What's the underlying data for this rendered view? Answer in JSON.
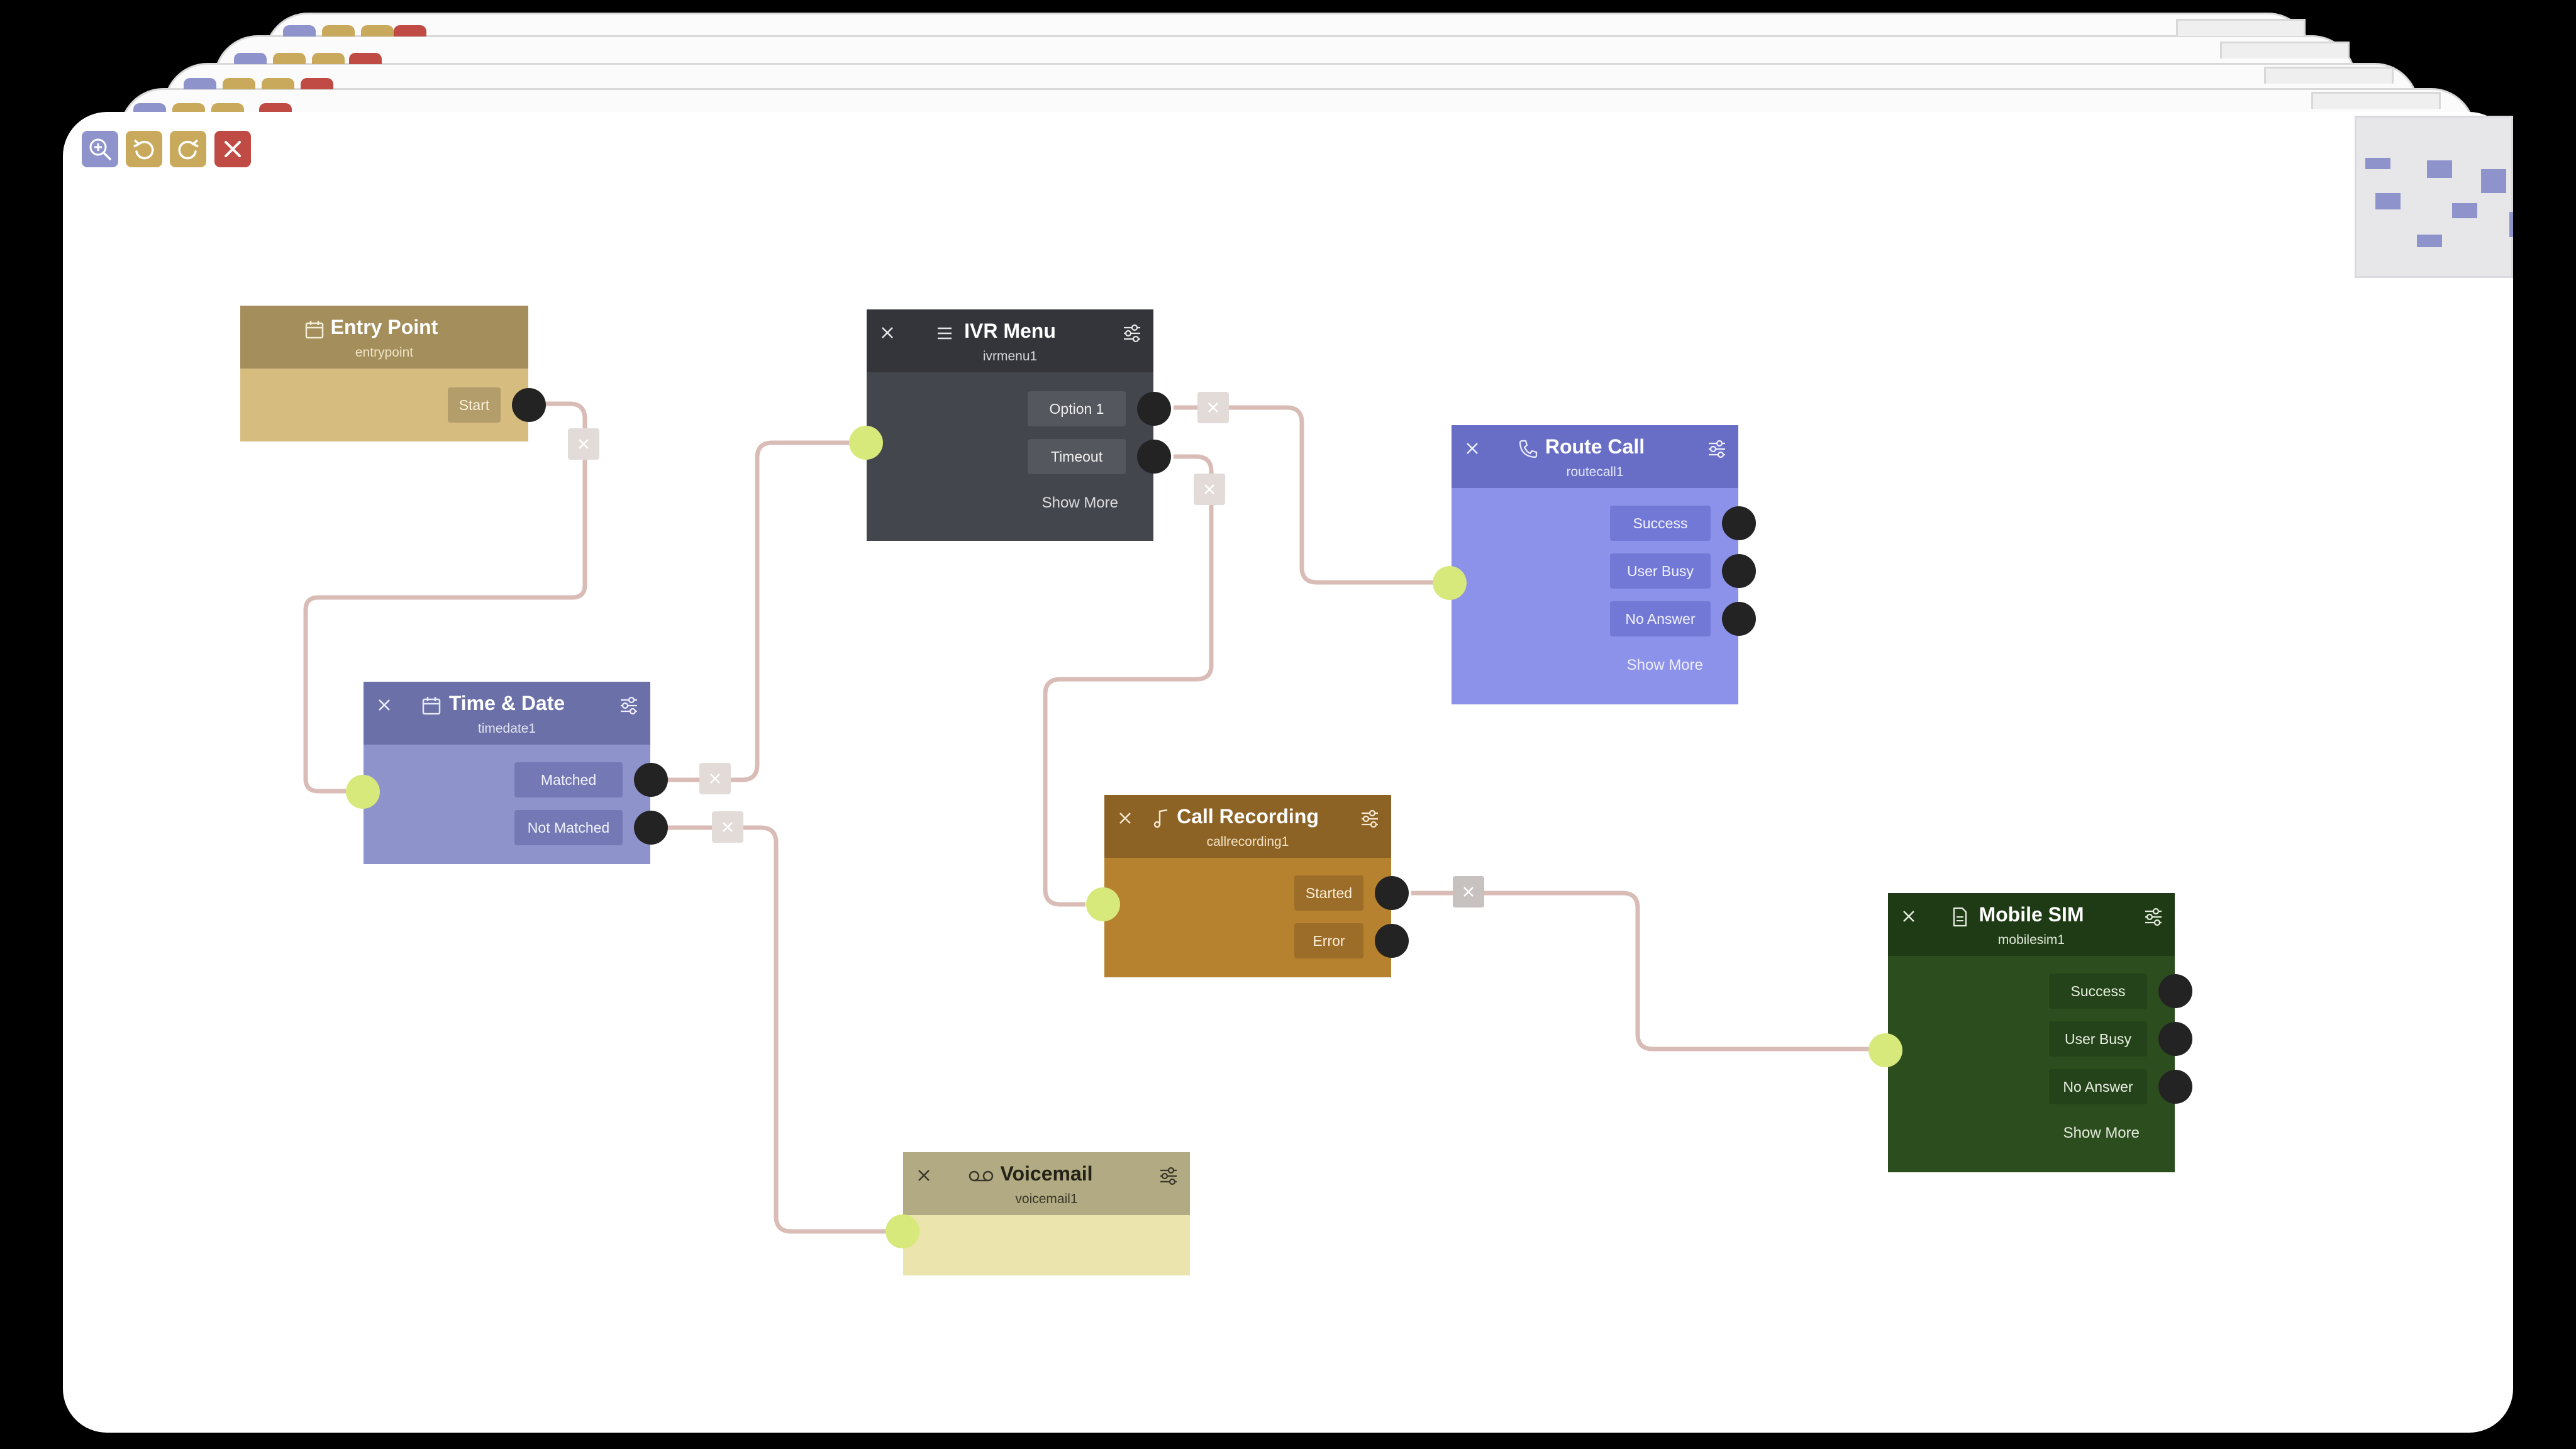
{
  "colors": {
    "canvas": "#ffffff",
    "edge": "#d8bcb5",
    "port": "#232323",
    "input_port": "#d7e97a",
    "zoom": "#8e93cc",
    "undo": "#c9a95b",
    "redo": "#c9a95b",
    "close": "#c04a44"
  },
  "toolbar": {
    "zoom_icon": "zoom-in-icon",
    "undo_icon": "undo-icon",
    "redo_icon": "redo-icon",
    "close_icon": "close-icon"
  },
  "nodes": {
    "entrypoint": {
      "title": "Entry Point",
      "subtitle": "entrypoint",
      "icon": "calendar-icon",
      "outputs": [
        "Start"
      ]
    },
    "ivrmenu": {
      "title": "IVR Menu",
      "subtitle": "ivrmenu1",
      "icon": "menu-icon",
      "outputs": [
        "Option 1",
        "Timeout"
      ],
      "show_more": "Show More"
    },
    "routecall": {
      "title": "Route Call",
      "subtitle": "routecall1",
      "icon": "phone-icon",
      "outputs": [
        "Success",
        "User Busy",
        "No Answer"
      ],
      "show_more": "Show More"
    },
    "timedate": {
      "title": "Time & Date",
      "subtitle": "timedate1",
      "icon": "calendar-icon",
      "outputs": [
        "Matched",
        "Not Matched"
      ]
    },
    "callrecording": {
      "title": "Call Recording",
      "subtitle": "callrecording1",
      "icon": "music-note-icon",
      "outputs": [
        "Started",
        "Error"
      ]
    },
    "mobilesim": {
      "title": "Mobile SIM",
      "subtitle": "mobilesim1",
      "icon": "sim-card-icon",
      "outputs": [
        "Success",
        "User Busy",
        "No Answer"
      ],
      "show_more": "Show More"
    },
    "voicemail": {
      "title": "Voicemail",
      "subtitle": "voicemail1",
      "icon": "voicemail-icon",
      "outputs": []
    }
  },
  "connections": [
    {
      "from": "entrypoint.Start",
      "to": "timedate"
    },
    {
      "from": "timedate.Matched",
      "to": "ivrmenu"
    },
    {
      "from": "timedate.Not Matched",
      "to": "voicemail"
    },
    {
      "from": "ivrmenu.Option 1",
      "to": "routecall"
    },
    {
      "from": "ivrmenu.Timeout",
      "to": "callrecording"
    },
    {
      "from": "callrecording.Started",
      "to": "mobilesim"
    }
  ]
}
